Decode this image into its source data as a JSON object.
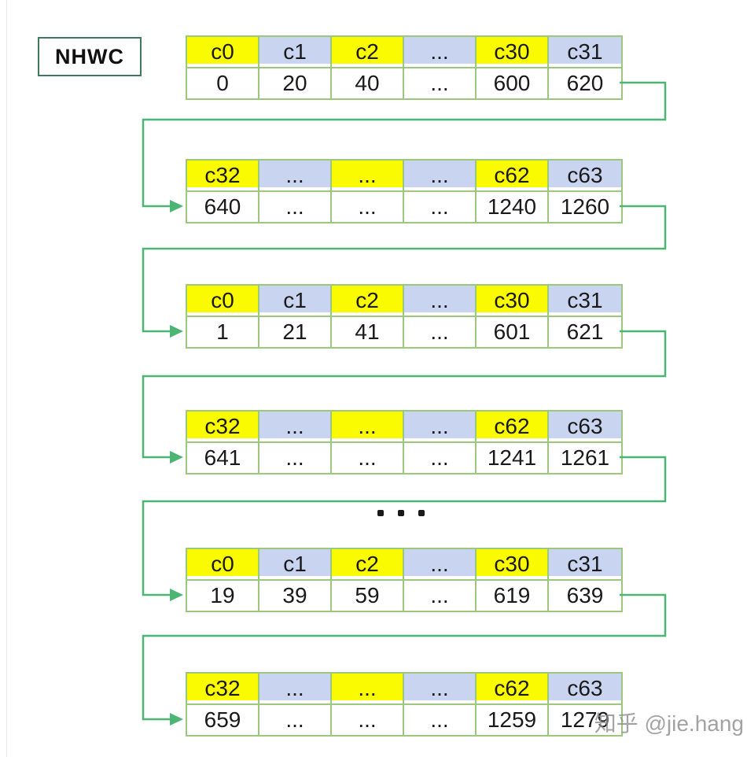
{
  "label_box": {
    "text": "NHWC"
  },
  "tables": [
    {
      "headers": [
        "c0",
        "c1",
        "c2",
        "...",
        "c30",
        "c31"
      ],
      "values": [
        "0",
        "20",
        "40",
        "...",
        "600",
        "620"
      ]
    },
    {
      "headers": [
        "c32",
        "...",
        "...",
        "...",
        "c62",
        "c63"
      ],
      "values": [
        "640",
        "...",
        "...",
        "...",
        "1240",
        "1260"
      ]
    },
    {
      "headers": [
        "c0",
        "c1",
        "c2",
        "...",
        "c30",
        "c31"
      ],
      "values": [
        "1",
        "21",
        "41",
        "...",
        "601",
        "621"
      ]
    },
    {
      "headers": [
        "c32",
        "...",
        "...",
        "...",
        "c62",
        "c63"
      ],
      "values": [
        "641",
        "...",
        "...",
        "...",
        "1241",
        "1261"
      ]
    },
    {
      "headers": [
        "c0",
        "c1",
        "c2",
        "...",
        "c30",
        "c31"
      ],
      "values": [
        "19",
        "39",
        "59",
        "...",
        "619",
        "639"
      ]
    },
    {
      "headers": [
        "c32",
        "...",
        "...",
        "...",
        "c62",
        "c63"
      ],
      "values": [
        "659",
        "...",
        "...",
        "...",
        "1259",
        "1279"
      ]
    }
  ],
  "separator": {
    "style": "three-dots"
  },
  "watermark": {
    "text": "知乎 @jie.hang"
  },
  "colors": {
    "header_yellow": "#fbfb00",
    "header_blue": "#c9d5f0",
    "grid_green": "#9cc87e",
    "connector_green": "#4db574",
    "label_border_green": "#40795d",
    "text": "#1a1a1a",
    "watermark_gray": "#8c8c8c"
  }
}
